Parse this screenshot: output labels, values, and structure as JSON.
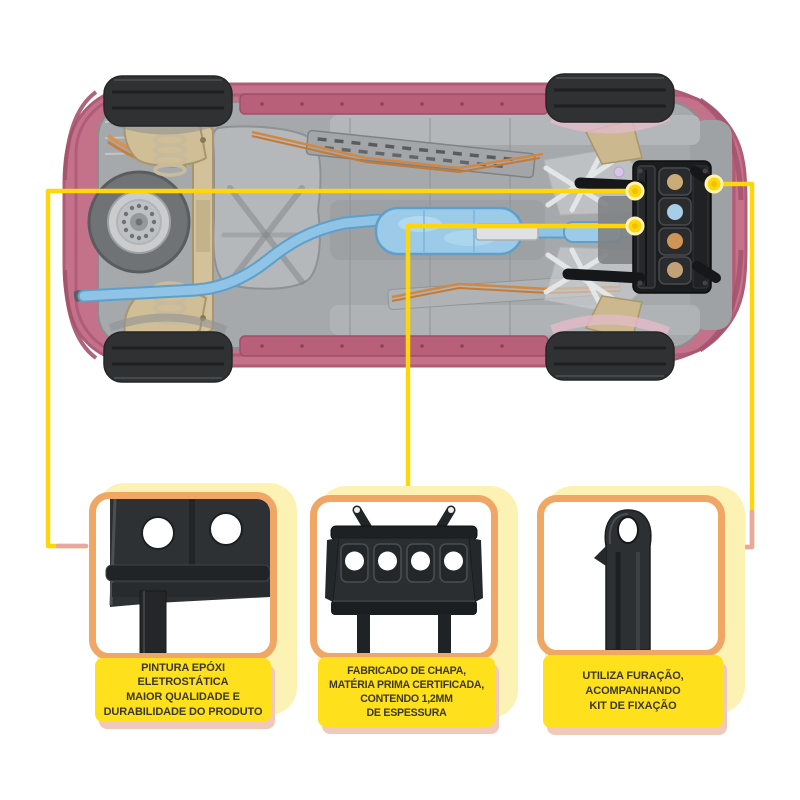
{
  "page": {
    "background_color": "#ffffff"
  },
  "colors": {
    "callout_line": "#ffd60a",
    "callout_connector": "#e8a7a0",
    "panel_border": "#f0a765",
    "panel_glow": "#fbf2b4",
    "label_background": "#fee01c",
    "label_text": "#3c3830",
    "label_shadow": "#f1c9bb",
    "car_body_pink": "#c4718a",
    "chassis_gray": "#a6a9ab",
    "exhaust_blue": "#8fc4e7",
    "suspension_tan": "#cfbe96",
    "product_black": "#1a1c1e"
  },
  "panels": [
    {
      "name": "paint-quality",
      "caption": "PINTURA EPÓXI\nELETROSTÁTICA\nMAIOR QUALIDADE E\nDURABILIDADE DO PRODUTO"
    },
    {
      "name": "sheet-material",
      "caption": "FABRICADO DE CHAPA,\nMATÉRIA PRIMA CERTIFICADA,\nCONTENDO 1,2MM\nDE ESPESSURA"
    },
    {
      "name": "mounting-kit",
      "caption": "UTILIZA FURAÇÃO,\nACOMPANHANDO\nKIT DE FIXAÇÃO"
    }
  ]
}
